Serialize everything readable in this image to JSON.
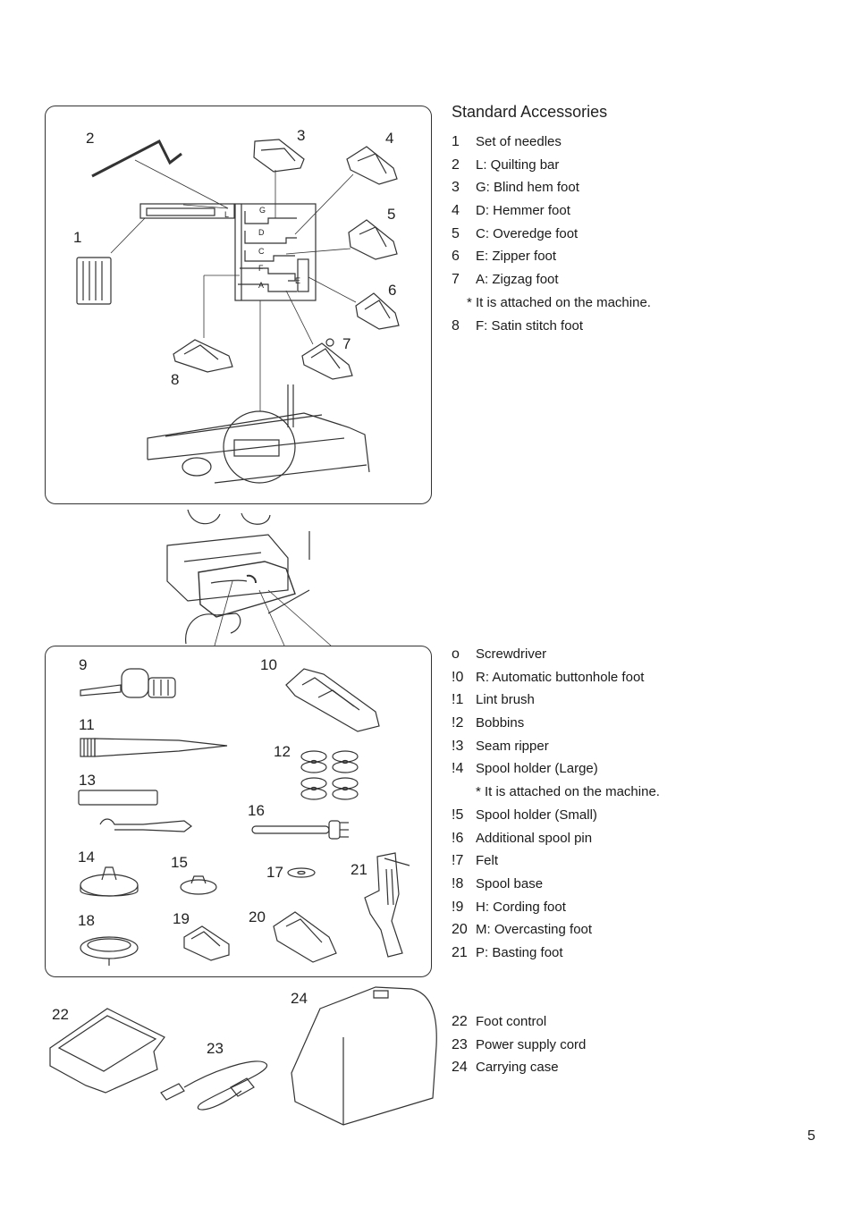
{
  "section_title": "Standard Accessories",
  "list_a": [
    {
      "idx": "1",
      "label": "Set of needles"
    },
    {
      "idx": "2",
      "label": "L: Quilting bar"
    },
    {
      "idx": "3",
      "label": "G: Blind hem foot"
    },
    {
      "idx": "4",
      "label": "D: Hemmer foot"
    },
    {
      "idx": "5",
      "label": "C: Overedge foot"
    },
    {
      "idx": "6",
      "label": "E: Zipper foot"
    },
    {
      "idx": "7",
      "label": "A: Zigzag foot"
    },
    {
      "idx": "",
      "label": "* It is attached on the machine."
    },
    {
      "idx": "8",
      "label": "F: Satin stitch foot"
    }
  ],
  "list_b": [
    {
      "idx": "o",
      "label": "Screwdriver"
    },
    {
      "idx": "!0",
      "label": "R: Automatic buttonhole foot"
    },
    {
      "idx": "!1",
      "label": "Lint brush"
    },
    {
      "idx": "!2",
      "label": "Bobbins"
    },
    {
      "idx": "!3",
      "label": "Seam ripper"
    },
    {
      "idx": "!4",
      "label": "Spool holder (Large)"
    },
    {
      "idx": "",
      "label": "* It is attached on the machine."
    },
    {
      "idx": "!5",
      "label": "Spool holder (Small)"
    },
    {
      "idx": "!6",
      "label": "Additional spool pin"
    },
    {
      "idx": "!7",
      "label": "Felt"
    },
    {
      "idx": "!8",
      "label": "Spool base"
    },
    {
      "idx": "!9",
      "label": "H: Cording foot"
    },
    {
      "idx": "20",
      "label": "M: Overcasting foot"
    },
    {
      "idx": "21",
      "label": "P: Basting foot"
    }
  ],
  "list_c": [
    {
      "idx": "22",
      "label": "Foot control"
    },
    {
      "idx": "23",
      "label": "Power supply cord"
    },
    {
      "idx": "24",
      "label": "Carrying case"
    }
  ],
  "figure_numbers_top": [
    "2",
    "3",
    "4",
    "1",
    "5",
    "6",
    "7",
    "8"
  ],
  "figure_numbers_mid": [
    "9",
    "10",
    "11",
    "12",
    "13",
    "16",
    "14",
    "15",
    "17",
    "21",
    "18",
    "19",
    "20"
  ],
  "figure_numbers_bottom": [
    "22",
    "23",
    "24"
  ],
  "case_slot_letters": [
    "L",
    "G",
    "D",
    "C",
    "F",
    "A",
    "E"
  ],
  "page_number": "5"
}
